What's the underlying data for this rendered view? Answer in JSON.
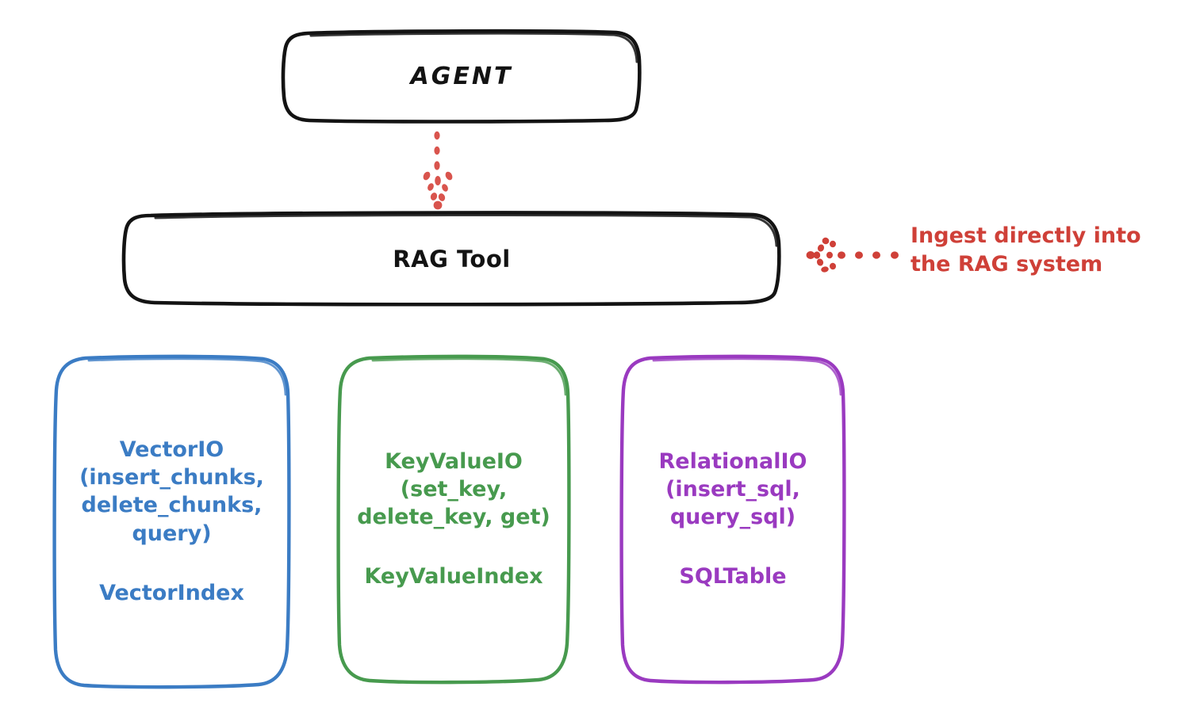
{
  "diagram": {
    "title_nodes": {
      "agent": "AGENT",
      "rag_tool": "RAG Tool"
    },
    "annotations": {
      "ingest": "Ingest directly into\nthe RAG system"
    },
    "stores": [
      {
        "id": "vector",
        "api": "VectorIO\n(insert_chunks,\ndelete_chunks,\nquery)",
        "index": "VectorIndex",
        "color": "#3b7cc4"
      },
      {
        "id": "keyvalue",
        "api": "KeyValueIO\n(set_key,\ndelete_key, get)",
        "index": "KeyValueIndex",
        "color": "#479a4e"
      },
      {
        "id": "relational",
        "api": "RelationalIO\n(insert_sql,\nquery_sql)",
        "index": "SQLTable",
        "color": "#9a3ac0"
      }
    ],
    "colors": {
      "stroke_dark": "#131313",
      "accent_red": "#cf4038",
      "vector_blue": "#3b7cc4",
      "keyvalue_green": "#479a4e",
      "relational_purple": "#9a3ac0",
      "background": "#ffffff"
    },
    "connectors": [
      {
        "name": "agent-to-rag-arrow",
        "style": "dotted",
        "color": "#cf4038",
        "direction": "down"
      },
      {
        "name": "ingest-arrow",
        "style": "dotted",
        "color": "#cf4038",
        "direction": "left"
      }
    ]
  }
}
